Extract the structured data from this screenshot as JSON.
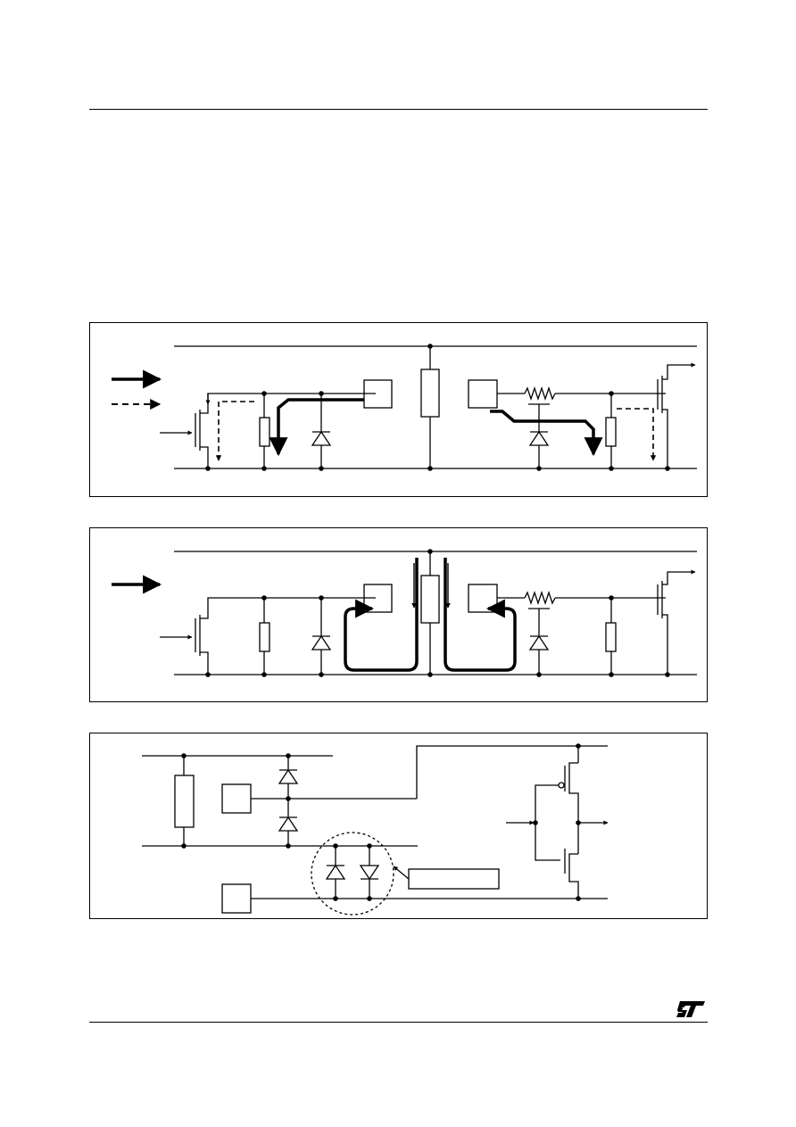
{
  "page": {
    "logo": "ST"
  },
  "figures": [
    {
      "id": "figure-1",
      "caption": ""
    },
    {
      "id": "figure-2",
      "caption": ""
    },
    {
      "id": "figure-3",
      "caption": ""
    }
  ]
}
